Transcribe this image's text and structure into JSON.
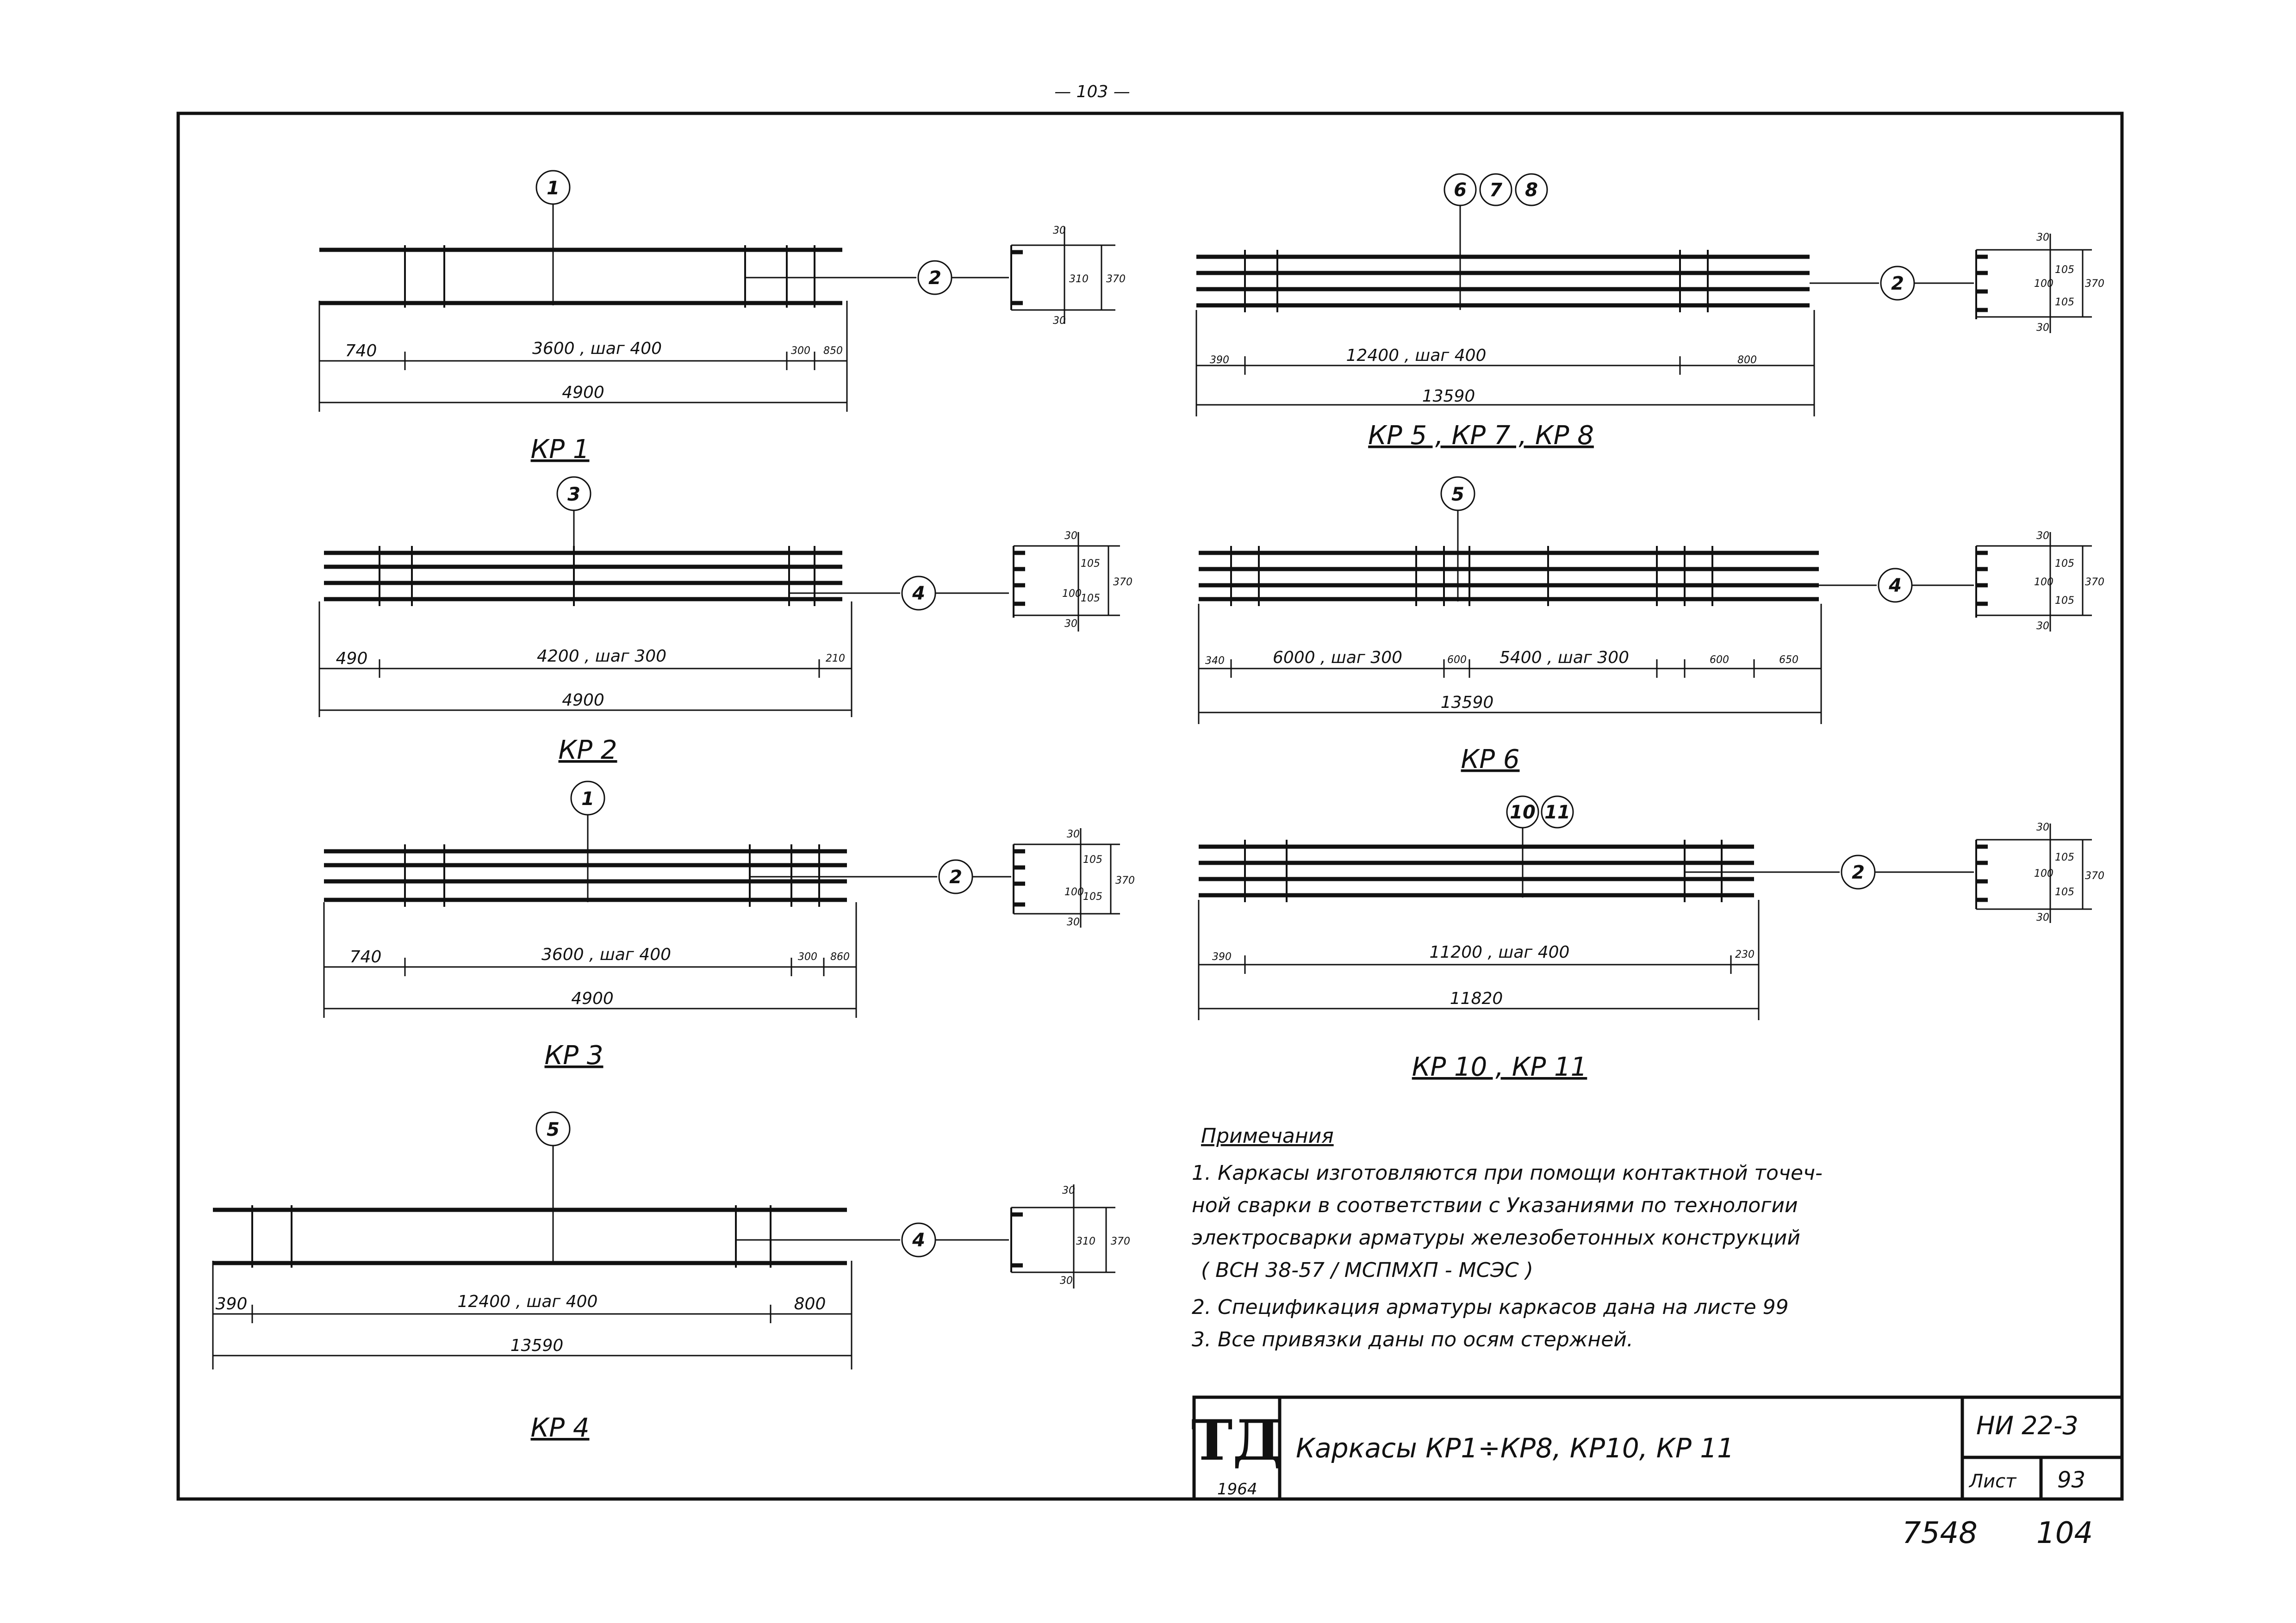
{
  "page_number_top": "— 103 —",
  "frames": [
    {
      "id": "kp1",
      "circles": [
        "1"
      ],
      "side_circle": "2",
      "dims": [
        "740",
        "3600 , шаг 400",
        "300",
        "850"
      ],
      "total": "4900",
      "section_dims": [
        "30",
        "310",
        "30",
        "370"
      ],
      "title": "КР 1"
    },
    {
      "id": "kp2",
      "circles": [
        "3"
      ],
      "side_circle": "4",
      "dims": [
        "490",
        "4200 , шаг 300",
        "210"
      ],
      "total": "4900",
      "section_dims": [
        "30",
        "100",
        "105",
        "105",
        "30",
        "370"
      ],
      "title": "КР 2"
    },
    {
      "id": "kp3",
      "circles": [
        "1"
      ],
      "side_circle": "2",
      "dims": [
        "740",
        "3600 , шаг 400",
        "300",
        "860"
      ],
      "total": "4900",
      "section_dims": [
        "30",
        "100",
        "105",
        "105",
        "30",
        "370"
      ],
      "title": "КР 3"
    },
    {
      "id": "kp4",
      "circles": [
        "5"
      ],
      "side_circle": "4",
      "dims": [
        "390",
        "12400 , шаг 400",
        "800"
      ],
      "total": "13590",
      "section_dims": [
        "30",
        "310",
        "30",
        "370"
      ],
      "title": "КР 4"
    },
    {
      "id": "kp5",
      "circles": [
        "6",
        "7",
        "8"
      ],
      "side_circle": "2",
      "dims": [
        "390",
        "12400 , шаг 400",
        "800"
      ],
      "total": "13590",
      "section_dims": [
        "30",
        "105",
        "100",
        "105",
        "30",
        "370"
      ],
      "title": "КР 5 , КР 7 , КР 8"
    },
    {
      "id": "kp6",
      "circles": [
        "5"
      ],
      "side_circle": "4",
      "dims": [
        "340",
        "6000 , шаг 300",
        "600",
        "5400 , шаг 300",
        "600",
        "650"
      ],
      "total": "13590",
      "section_dims": [
        "30",
        "105",
        "100",
        "105",
        "30",
        "370"
      ],
      "title": "КР 6"
    },
    {
      "id": "kp10",
      "circles": [
        "10",
        "11"
      ],
      "side_circle": "2",
      "dims": [
        "390",
        "11200 , шаг 400",
        "230"
      ],
      "total": "11820",
      "section_dims": [
        "30",
        "105",
        "100",
        "105",
        "30",
        "370"
      ],
      "title": "КР 10 , КР 11"
    }
  ],
  "notes": {
    "heading": "Примечания",
    "lines": [
      "1. Каркасы изготовляются при помощи контактной точеч-",
      "ной сварки в соответствии с Указаниями по технологии",
      "электросварки арматуры железобетонных конструкций",
      "( ВСН 38-57 / МСПМХП - МСЭС )",
      "2. Спецификация арматуры каркасов дана на листе 99",
      "3. Все привязки даны по осям стержней."
    ]
  },
  "title_block": {
    "logo": "ТД",
    "year": "1964",
    "title": "Каркасы  КР1÷КР8, КР10, КР 11",
    "code": "НИ 22-3",
    "sheet_label": "Лист",
    "sheet_number": "93"
  },
  "bottom": {
    "left": "7548",
    "right": "104"
  }
}
